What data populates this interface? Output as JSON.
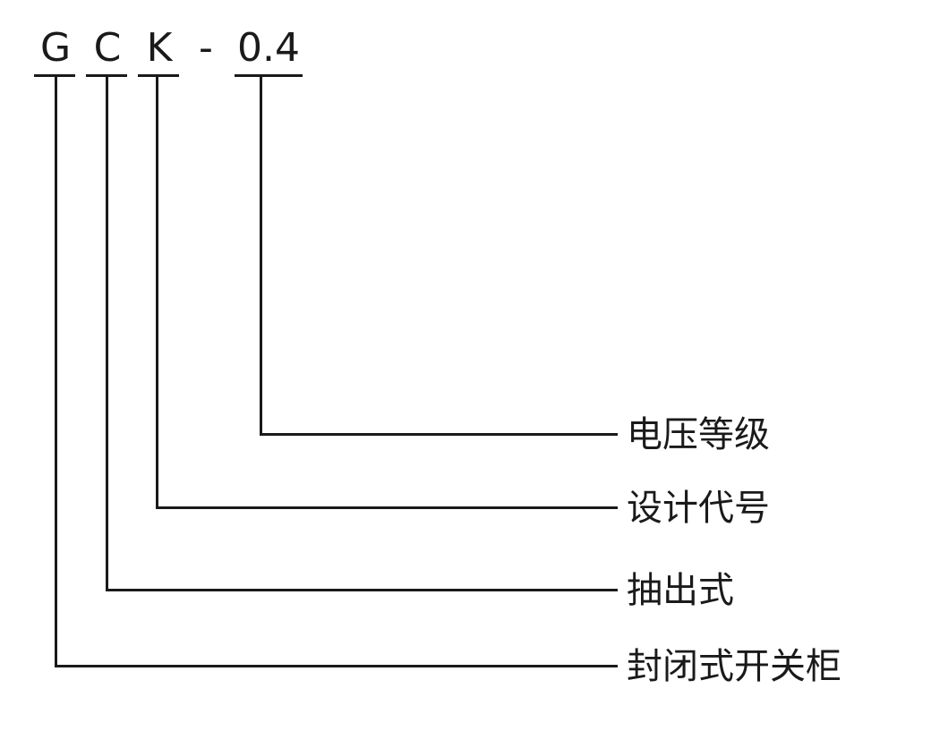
{
  "model_code": {
    "parts": [
      "G",
      "C",
      "K",
      "-",
      "0.4"
    ]
  },
  "legend": {
    "voltage_level": "电压等级",
    "design_code": "设计代号",
    "drawout_type": "抽出式",
    "enclosed_switchgear": "封闭式开关柜"
  }
}
